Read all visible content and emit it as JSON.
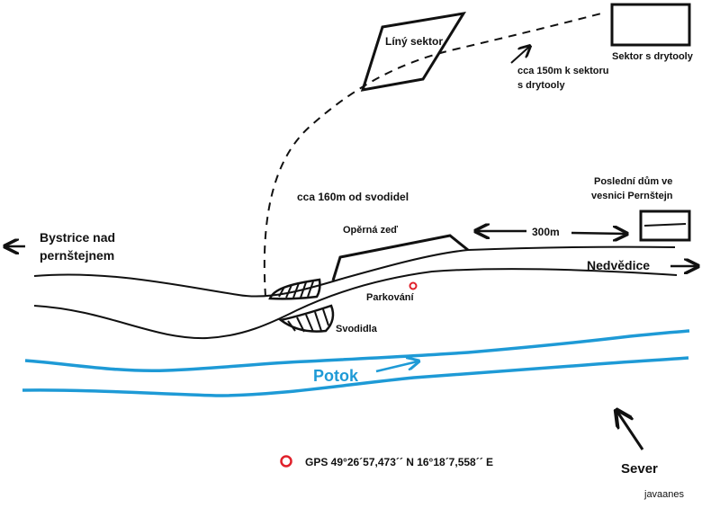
{
  "colors": {
    "ink": "#111111",
    "water": "#1e9ad6",
    "marker": "#e0202a"
  },
  "labels": {
    "lazy_sector": "Líný sektor",
    "dry_sector": "Sektor s drytooly",
    "path_to_dry_line1": "cca 150m k sektoru",
    "path_to_dry_line2": "s drytooly",
    "from_barriers": "cca 160m od svodidel",
    "last_house_line1": "Poslední dům ve",
    "last_house_line2": "vesnici Pernštejn",
    "distance_300": "300m",
    "retaining_wall": "Opěrná zeď",
    "left_town_line1": "Bystrice nad",
    "left_town_line2": "pernštejnem",
    "right_town": "Nedvědice",
    "parking": "Parkování",
    "barriers": "Svodidla",
    "stream": "Potok",
    "gps": "GPS 49°26´57,473´´ N  16°18´7,558´´ E",
    "north": "Sever",
    "author": "javaanes"
  },
  "icons": {
    "parking_marker": "red-circle-marker",
    "gps_marker": "red-circle-marker",
    "north_arrow": "arrow-icon"
  }
}
